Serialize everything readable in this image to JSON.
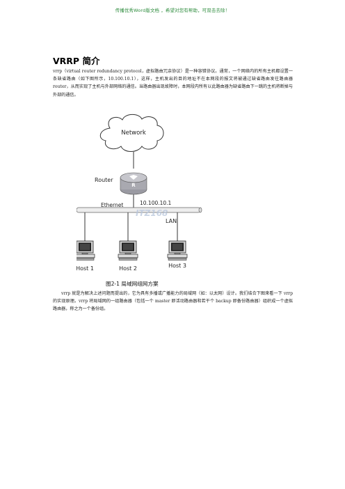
{
  "header_note": "传播优秀Word版文档 ，希望对您有帮助，可双击去除！",
  "title": "VRRP 简介",
  "paragraph1": "vrrp（virtual router redundancy protocol，虚拟路由冗余协议）是一种容错协议。通常，一个网络内的所有主机都设置一条缺省路由（如下图所示，10.100.10.1），这样，主机发出的目的地址不在本网段的报文将被通过缺省路由发往路由器router，从而实现了主机与外部网络的通信。当路由器出现故障时，本网段内所有以此路由器为缺省路由下一跳的主机将断掉与外部的通信。",
  "figure": {
    "network_label": "Network",
    "router_label": "Router",
    "router_ip": "10.100.10.1",
    "ethernet_label": "Ethernet",
    "lan_label": "LAN",
    "watermark": "ITZ168",
    "hosts": [
      "Host 1",
      "Host 2",
      "Host 3"
    ],
    "caption": "图2-1  局域网组网方案"
  },
  "paragraph2": "vrrp 就是为解决上述问题而提出的，它为具有多播或广播能力的局域网（如：以太网）设计。我们结合下图来看一下 vrrp 的实现原理。vrrp 将局域网的一组路由器（包括一个 master 即活动路由器和若干个 backup 即备份路由器）组织成一个虚拟路由器，称之为一个备份组。"
}
